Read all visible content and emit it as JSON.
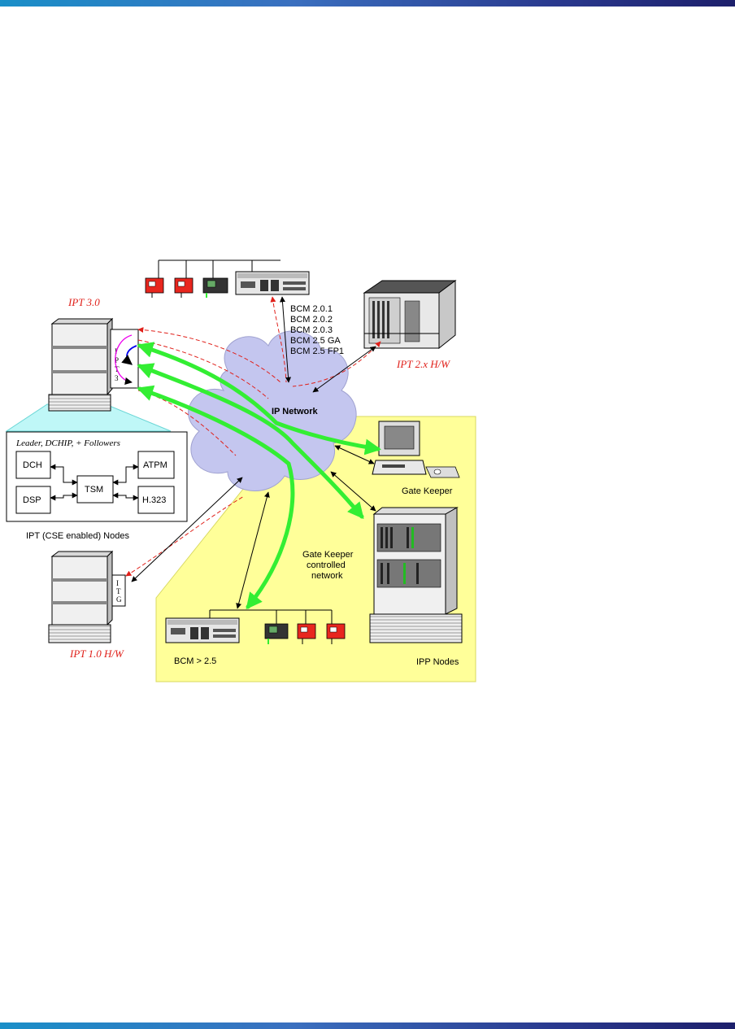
{
  "labels": {
    "ipt30": "IPT 3.0",
    "ipt2x": "IPT 2.x H/W",
    "ipt10": "IPT 1.0 H/W",
    "ip_network": "IP Network",
    "gatekeeper": "Gate Keeper",
    "gk_controlled_1": "Gate Keeper",
    "gk_controlled_2": "controlled",
    "gk_controlled_3": "network",
    "bcm_gt": "BCM > 2.5",
    "ipp_nodes": "IPP Nodes",
    "ipt_cse_nodes": "IPT (CSE enabled) Nodes",
    "leader": "Leader, DCHIP, + Followers",
    "ipt3_card": [
      "I",
      "P",
      "T",
      "3"
    ],
    "itg_card": [
      "I",
      "T",
      "G"
    ]
  },
  "bcm_versions": [
    "BCM 2.0.1",
    "BCM 2.0.2",
    "BCM 2.0.3",
    "BCM 2.5 GA",
    "BCM 2.5 FP1"
  ],
  "modules": {
    "dch": "DCH",
    "dsp": "DSP",
    "tsm": "TSM",
    "atpm": "ATPM",
    "h323": "H.323"
  },
  "colors": {
    "cloud": "#c4c6ef",
    "yellow_zone": "#ffff99",
    "cyan_zone": "#bff7f7",
    "green_flow": "#33ee33",
    "red_link": "#e0201a",
    "phone_red": "#e8261e"
  }
}
